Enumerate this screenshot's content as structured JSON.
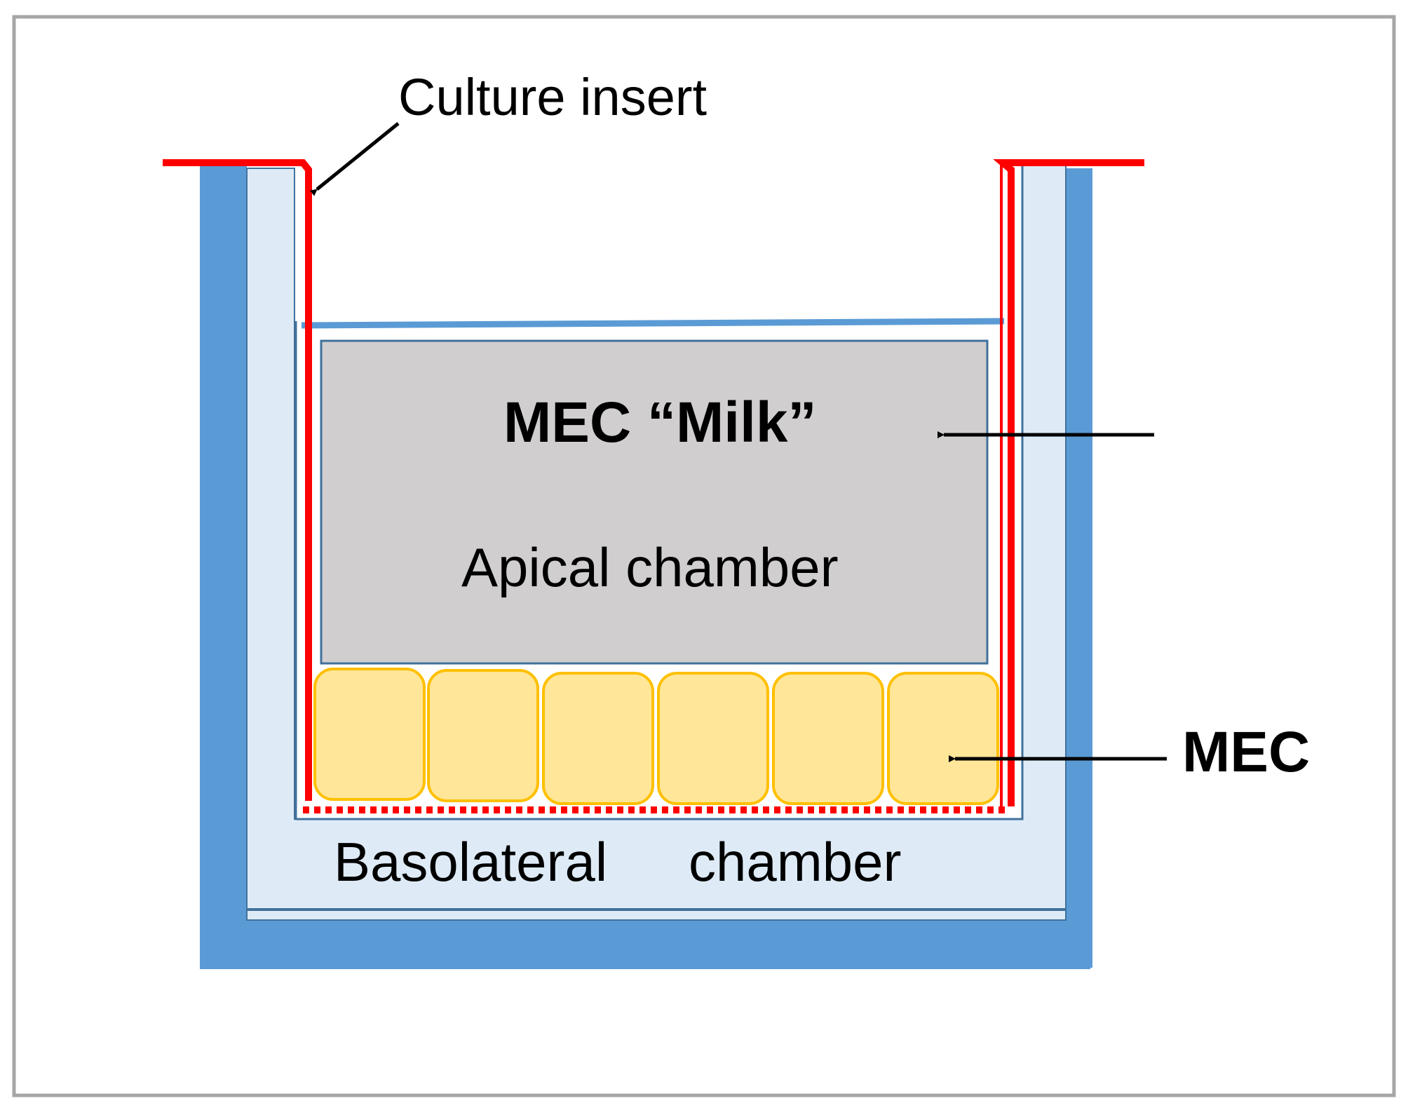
{
  "labels": {
    "culture_insert": "Culture insert",
    "milk": "MEC “Milk”",
    "apical": "Apical chamber",
    "mec": "MEC",
    "basolateral_left": "Basolateral",
    "basolateral_right": "chamber"
  },
  "colors": {
    "frame_border": "#a6a6a6",
    "outer_well": "#5b9bd5",
    "well_liquid": "#deebf7",
    "insert_wall": "#ff0000",
    "medium_line": "#5b9bd5",
    "apical_fill": "#d0cece",
    "apical_border": "#41719c",
    "cell_fill": "#ffe699",
    "cell_border": "#ffc000",
    "arrow": "#000000"
  },
  "cells": {
    "count": 6
  }
}
